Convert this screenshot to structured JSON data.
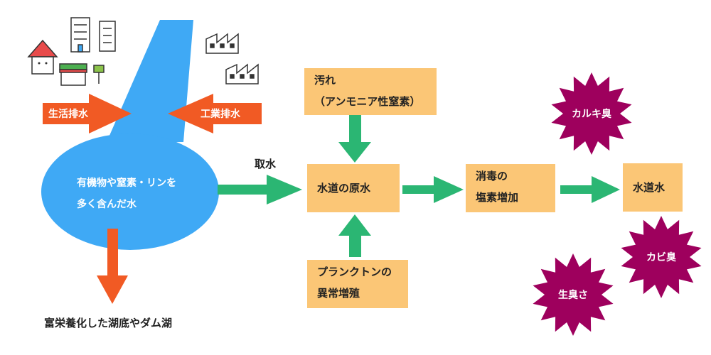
{
  "sources": {
    "domestic": "生活排水",
    "industrial": "工業排水"
  },
  "lake": {
    "line1": "有機物や窒素・リンを",
    "line2": "多く含んだ水"
  },
  "intake_label": "取水",
  "bottom_label": "富栄養化した湖底やダム湖",
  "boxes": {
    "pollution_line1": "汚れ",
    "pollution_line2": "（アンモニア性窒素）",
    "raw_water": "水道の原水",
    "disinfection_line1": "消毒の",
    "disinfection_line2": "塩素増加",
    "tap_water": "水道水",
    "plankton_line1": "プランクトンの",
    "plankton_line2": "異常増殖"
  },
  "odors": {
    "chlorine": "カルキ臭",
    "mold": "カビ臭",
    "raw": "生臭さ"
  },
  "colors": {
    "water": "#3fa9f5",
    "box": "#fbc676",
    "green_arrow": "#2bb673",
    "orange_arrow": "#f15a24",
    "odor": "#9e005d"
  }
}
